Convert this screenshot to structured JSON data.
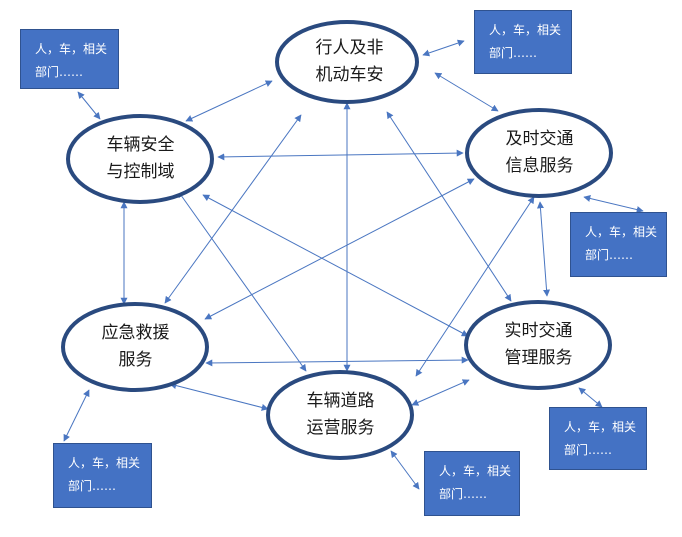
{
  "diagram": {
    "colors": {
      "ellipse_stroke": "#2a4a7f",
      "arrow": "#4a76c1",
      "box_fill": "#4472c4",
      "box_border": "#2f528f",
      "box_text": "#ffffff"
    },
    "nodes": [
      {
        "id": "pedestrian",
        "line1": "行人及非",
        "line2": "机动车安"
      },
      {
        "id": "vehicle-safety",
        "line1": "车辆安全",
        "line2": "与控制域"
      },
      {
        "id": "traffic-info",
        "line1": "及时交通",
        "line2": "信息服务"
      },
      {
        "id": "emergency",
        "line1": "应急救援",
        "line2": "服务"
      },
      {
        "id": "traffic-mgmt",
        "line1": "实时交通",
        "line2": "管理服务"
      },
      {
        "id": "road-ops",
        "line1": "车辆道路",
        "line2": "运营服务"
      }
    ],
    "stakeholders": [
      {
        "attached_to": "pedestrian",
        "line1": "人，车，相关",
        "line2": "部门……"
      },
      {
        "attached_to": "vehicle-safety",
        "line1": "人，车，相关",
        "line2": "部门……"
      },
      {
        "attached_to": "traffic-info",
        "line1": "人，车，相关",
        "line2": "部门……"
      },
      {
        "attached_to": "traffic-mgmt",
        "line1": "人，车，相关",
        "line2": "部门……"
      },
      {
        "attached_to": "road-ops",
        "line1": "人，车，相关",
        "line2": "部门……"
      },
      {
        "attached_to": "emergency",
        "line1": "人，车，相关",
        "line2": "部门……"
      }
    ]
  }
}
